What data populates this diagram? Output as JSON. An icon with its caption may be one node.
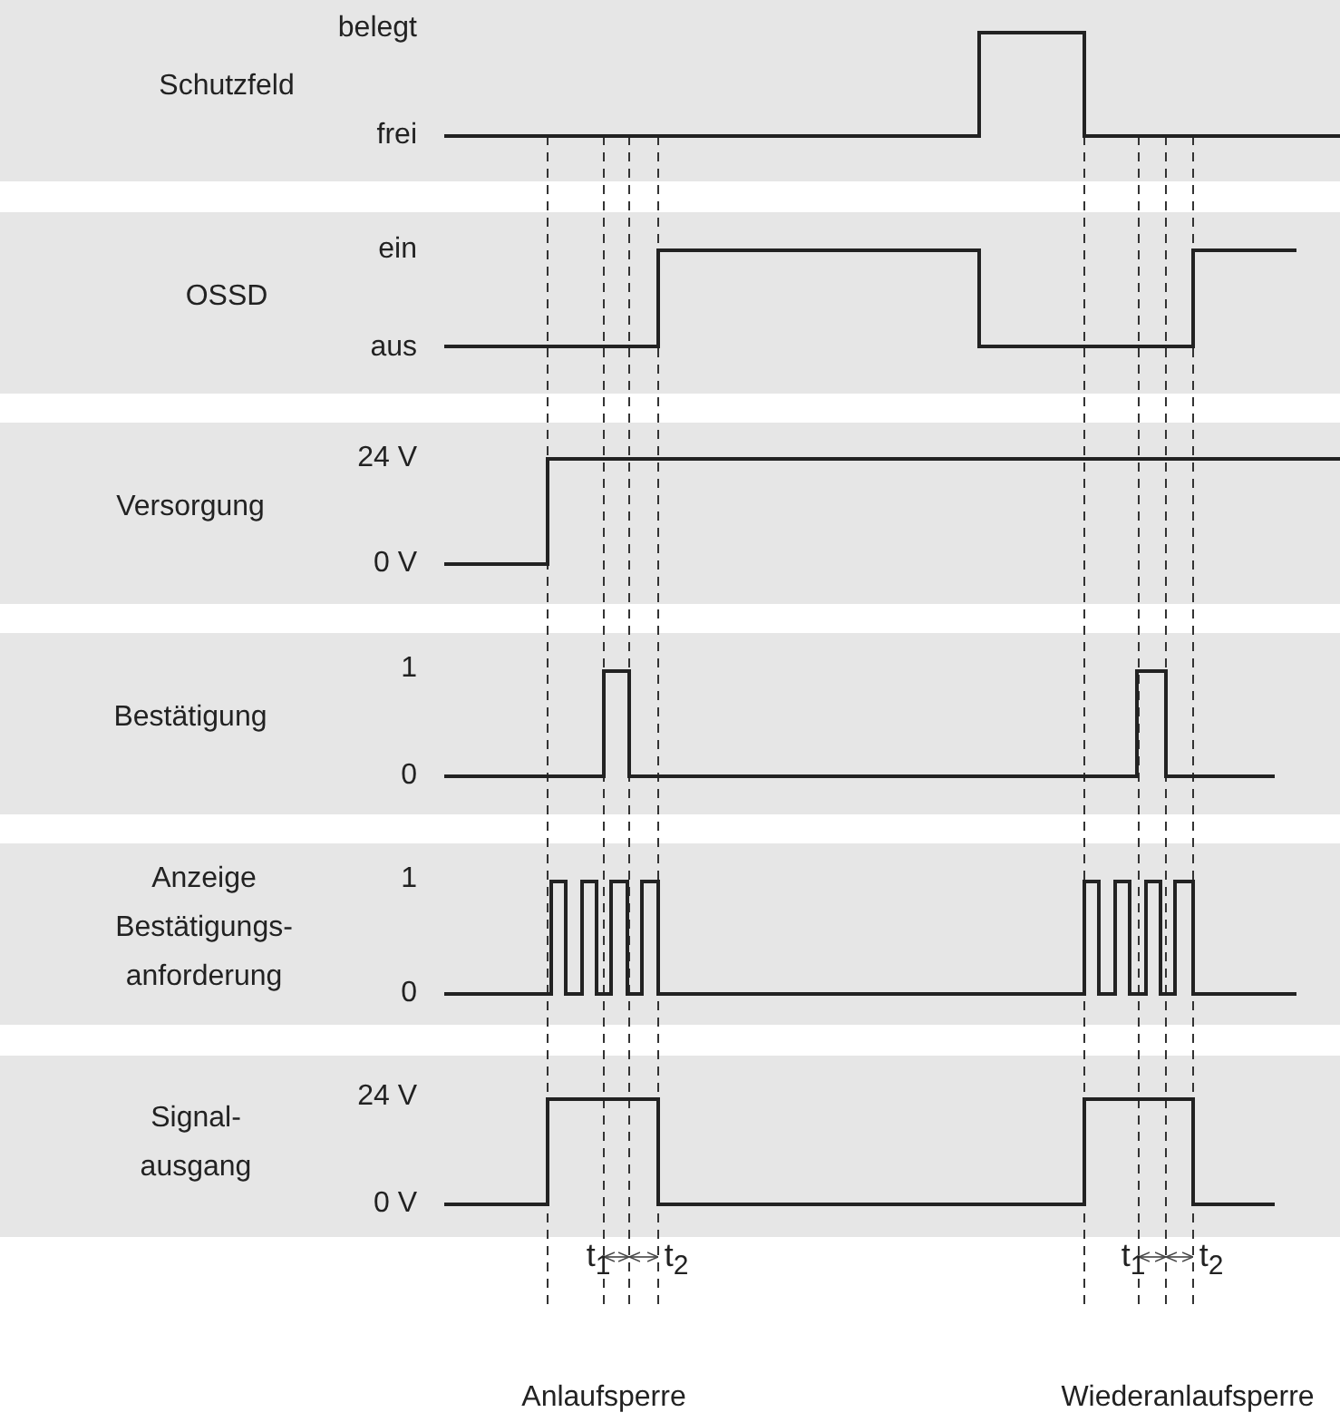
{
  "diagram": {
    "labels": [
      "belegt",
      "Schutzfeld",
      "frei",
      "ein",
      "OSSD",
      "aus",
      "24 V",
      "Versorgung",
      "0 V",
      "1",
      "Bestätigung",
      "0",
      "1",
      "Anzeige Bestätigungs- anforderung",
      "0",
      "24 V",
      "Signal- ausgang",
      "0 V",
      "t$_{1}$",
      "t$_{2}$",
      "t$_{1}$",
      "t$_{2}$",
      "Anlaufsperre",
      "Wiederanlaufsperre"
    ]
  }
}
